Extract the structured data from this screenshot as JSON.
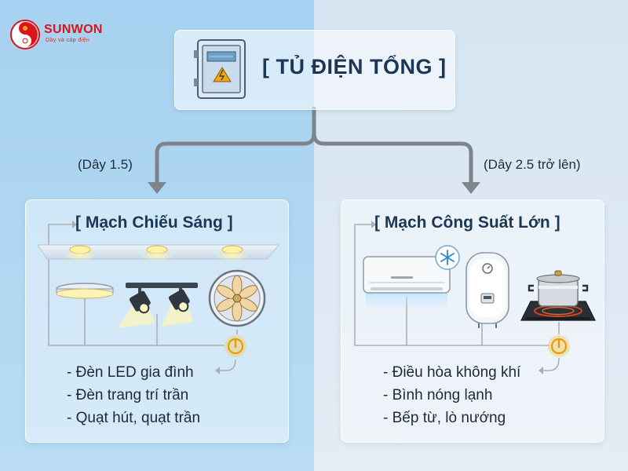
{
  "brand": {
    "name": "SUNWON",
    "tagline": "Dây và cáp điện"
  },
  "main_panel": {
    "title": "[ TỦ ĐIỆN TỔNG ]",
    "icon": "electrical-panel-icon"
  },
  "branches": [
    {
      "wire_label": "(Dây 1.5)",
      "title": "[ Mạch Chiếu Sáng ]",
      "items": [
        "- Đèn LED gia đình",
        "- Đèn trang trí trần",
        "- Quạt hút, quạt trần"
      ],
      "devices": [
        "ceiling-light-icon",
        "track-spotlight-icon",
        "exhaust-fan-icon",
        "power-switch-icon"
      ]
    },
    {
      "wire_label": "(Dây 2.5 trở lên)",
      "title": "[ Mạch Công Suất Lớn ]",
      "items": [
        "- Điều hòa không khí",
        "- Bình nóng lạnh",
        "- Bếp từ, lò nướng"
      ],
      "devices": [
        "air-conditioner-icon",
        "water-heater-icon",
        "induction-cooktop-icon",
        "power-switch-icon"
      ]
    }
  ],
  "colors": {
    "title_text": "#1c3655",
    "wire": "#7d858c",
    "brand_red": "#d9141c",
    "switch_amber": "#f2b21b"
  }
}
